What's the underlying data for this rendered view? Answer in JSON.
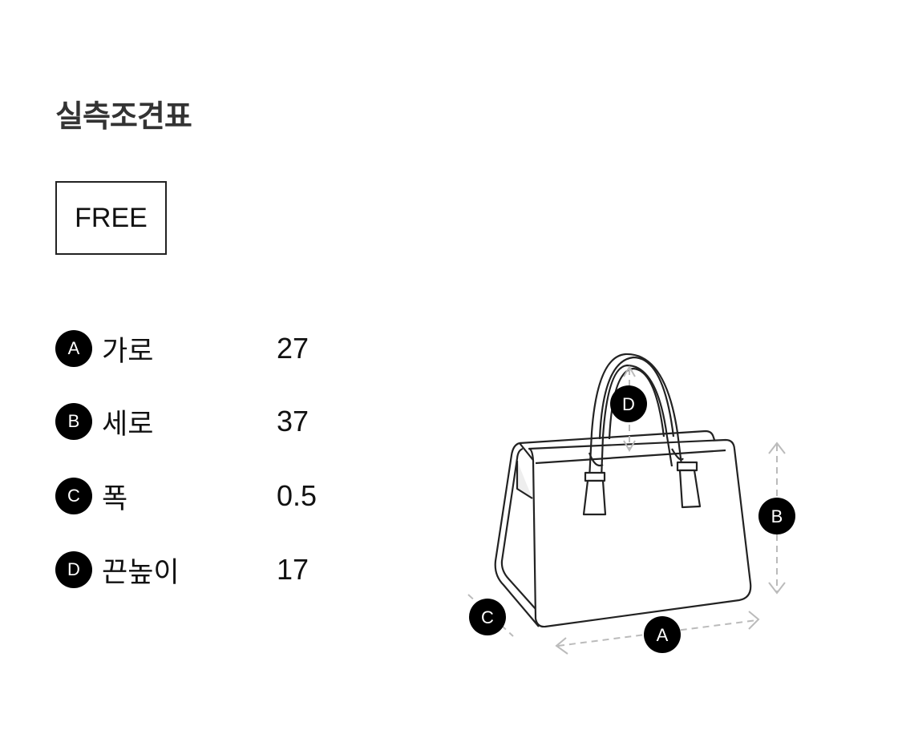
{
  "title": "실측조견표",
  "size_option": "FREE",
  "measurements": [
    {
      "key": "A",
      "label": "가로",
      "value": "27"
    },
    {
      "key": "B",
      "label": "세로",
      "value": "37"
    },
    {
      "key": "C",
      "label": "폭",
      "value": "0.5"
    },
    {
      "key": "D",
      "label": "끈높이",
      "value": "17"
    }
  ],
  "diagram_markers": [
    "A",
    "B",
    "C",
    "D"
  ]
}
